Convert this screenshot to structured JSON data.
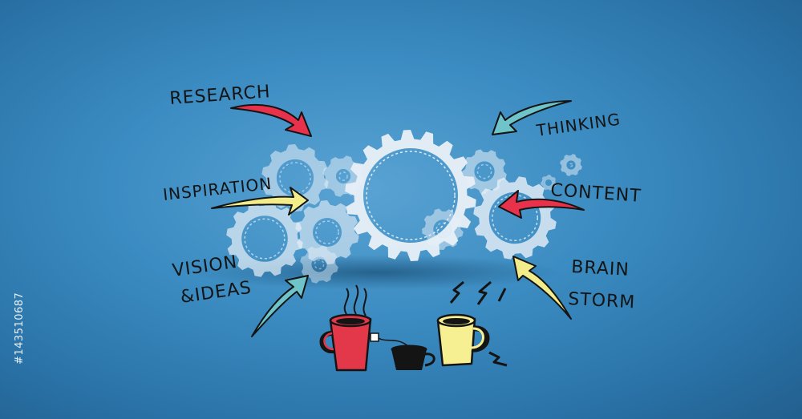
{
  "labels": {
    "research": "RESEARCH",
    "thinking": "THINKING",
    "inspiration": "INSPIRATION",
    "content": "CONTENT",
    "vision_line1": "VISION",
    "vision_line2": "&IDEAS",
    "brain_line1": "BRAIN",
    "brain_line2": "STORM"
  },
  "stock_id": "#143510687",
  "colors": {
    "background": "#3b8cc2",
    "gear": "#e9f1f8",
    "arrow_red": "#e8324b",
    "arrow_yellow": "#f3ec8a",
    "arrow_teal": "#6fc4c9",
    "mug_red": "#e2384a",
    "mug_yellow": "#f6f093",
    "outline": "#141414"
  }
}
